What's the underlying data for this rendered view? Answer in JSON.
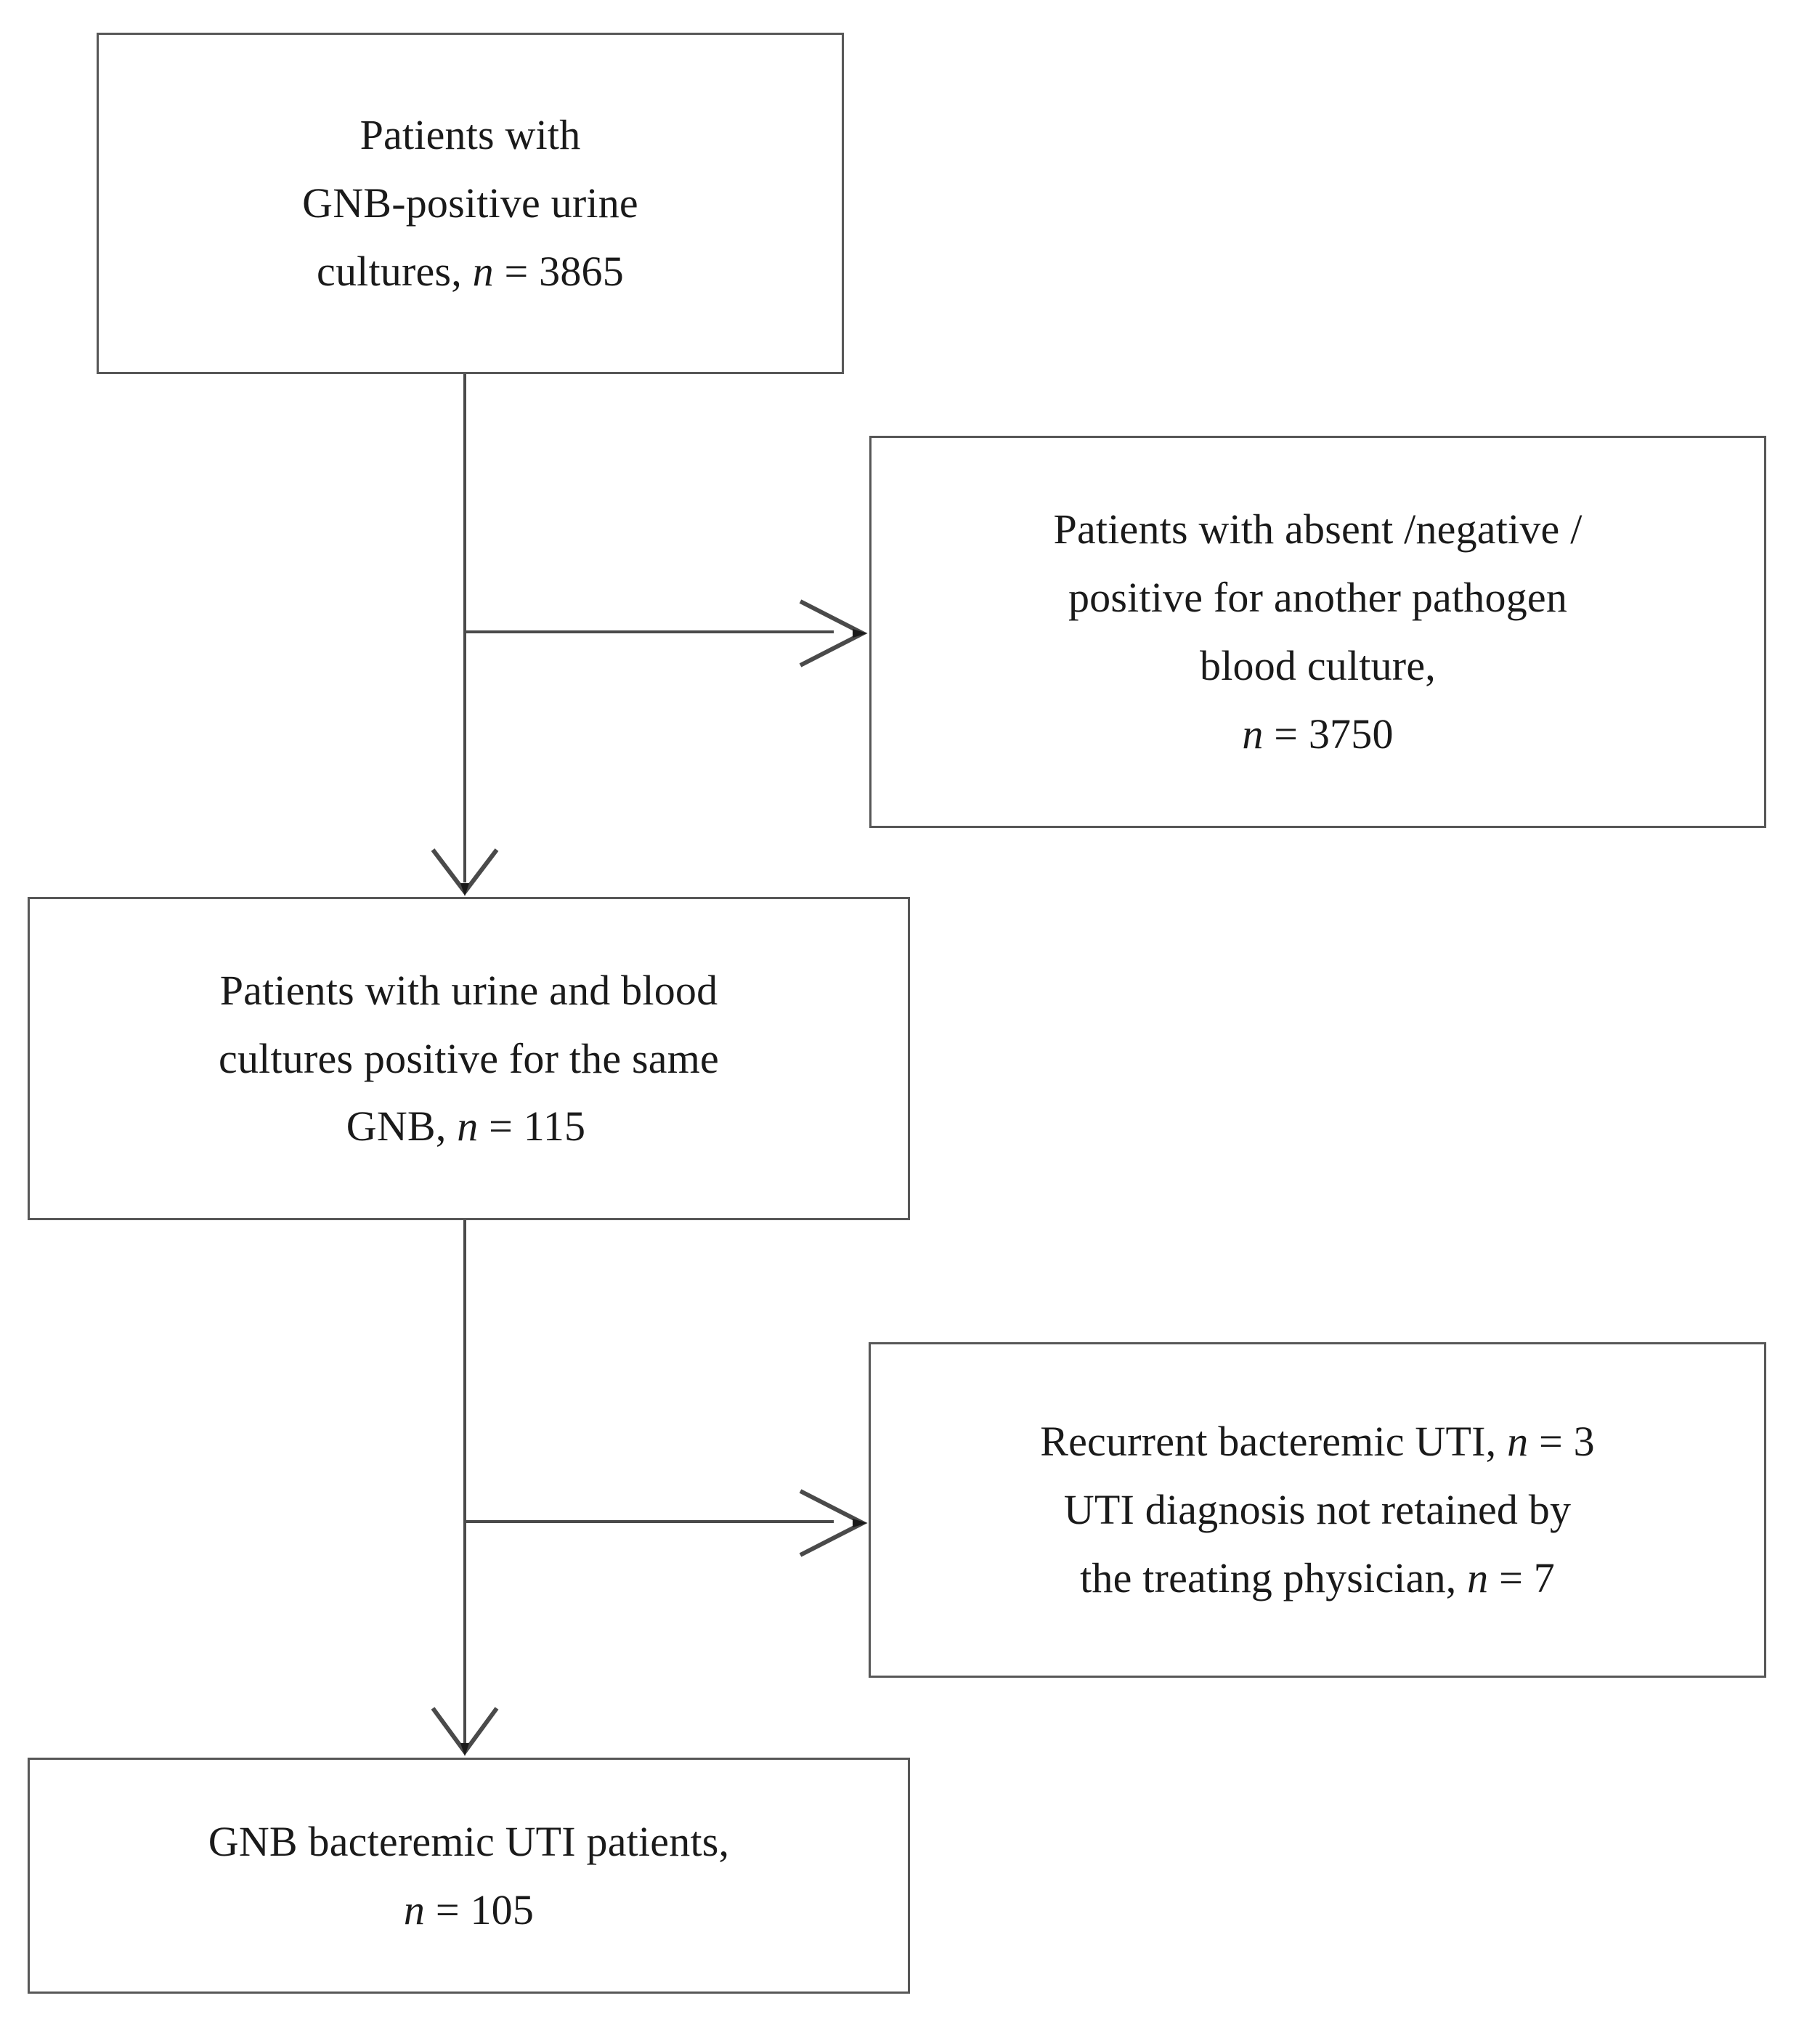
{
  "figure": {
    "type": "flowchart",
    "orientation": "vertical-with-right-exclusions",
    "line_color": "#4a4a4a",
    "box_border_color": "#575757",
    "background_color": "#ffffff",
    "text_color": "#1a1a1a"
  },
  "nodes": {
    "source": {
      "id": "patients-gnb-positive-urine-cultures",
      "lines": [
        "Patients with",
        "GNB-positive urine",
        "cultures,"
      ],
      "n_symbol": "n",
      "equals": "=",
      "count": "3865",
      "inline_tail": "cultures, n = 3865"
    },
    "excluded_1": {
      "id": "patients-absent-negative-other-pathogen-blood-culture",
      "lines": [
        "Patients with absent /negative /",
        "positive for another pathogen",
        "blood culture,"
      ],
      "n_symbol": "n",
      "equals": "=",
      "count": "3750",
      "count_line": "n = 3750"
    },
    "matched": {
      "id": "patients-urine-and-blood-same-gnb",
      "lines": [
        "Patients with urine and blood",
        "cultures positive for the same",
        "GNB,"
      ],
      "n_symbol": "n",
      "equals": "=",
      "count": "115",
      "inline_tail": "GNB, n = 115"
    },
    "excluded_2": {
      "id": "recurrent-uti-and-diagnosis-not-retained",
      "line_1_text": "Recurrent bacteremic UTI,",
      "line_1_n": "n",
      "line_1_equals": "=",
      "line_1_count": "3",
      "line_2_text": "UTI diagnosis not retained by",
      "line_3_text": "the treating physician,",
      "line_3_n": "n",
      "line_3_equals": "=",
      "line_3_count": "7"
    },
    "final": {
      "id": "gnb-bacteremic-uti-patients",
      "lines": [
        "GNB bacteremic UTI patients,"
      ],
      "n_symbol": "n",
      "equals": "=",
      "count": "105",
      "count_line": "n = 105"
    }
  },
  "connectors": [
    {
      "id": "source-to-matched",
      "from": "source",
      "to": "matched",
      "direction": "down",
      "arrowhead": "open-v"
    },
    {
      "id": "source-to-excluded-1",
      "from": "source",
      "to": "excluded_1",
      "direction": "right",
      "arrowhead": "open-v"
    },
    {
      "id": "matched-to-final",
      "from": "matched",
      "to": "final",
      "direction": "down",
      "arrowhead": "open-v"
    },
    {
      "id": "matched-to-excluded-2",
      "from": "matched",
      "to": "excluded_2",
      "direction": "right",
      "arrowhead": "open-v"
    }
  ]
}
